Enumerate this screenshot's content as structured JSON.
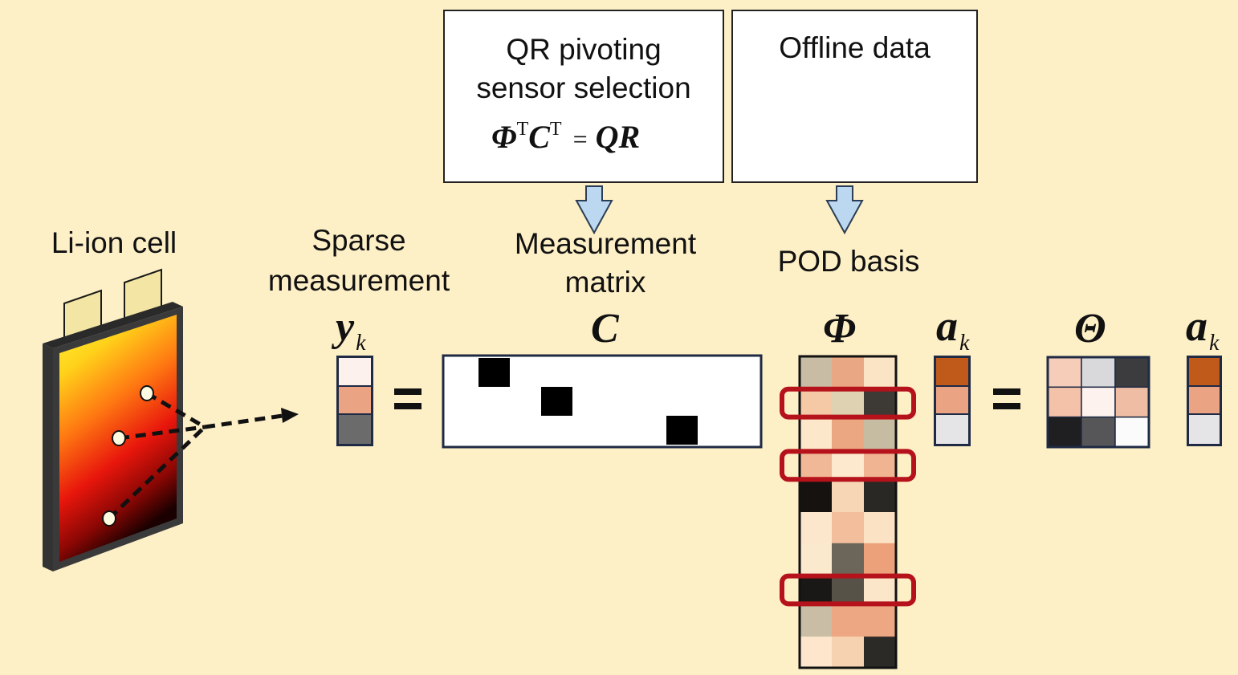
{
  "top_boxes": {
    "qr": {
      "line1": "QR pivoting",
      "line2": "sensor selection",
      "phi": "Φ",
      "sup_t1": "T",
      "c": "C",
      "sup_t2": "T",
      "equals": "=",
      "qr": "QR"
    },
    "offline": {
      "title": "Offline data"
    }
  },
  "labels": {
    "cell": "Li-ion cell",
    "sparse_line1": "Sparse",
    "sparse_line2": "measurement",
    "meas_line1": "Measurement",
    "meas_line2": "matrix",
    "pod": "POD basis"
  },
  "symbols": {
    "y": "y",
    "y_sub": "k",
    "c": "C",
    "phi": "Φ",
    "a1": "a",
    "a1_sub": "k",
    "theta": "Θ",
    "a2": "a",
    "a2_sub": "k"
  },
  "colors": {
    "background": "#fdefc6",
    "arrow_fill": "#bcd7f0",
    "highlight": "#b5121b"
  },
  "vectors": {
    "y": [
      "#fdf1ee",
      "#eba483",
      "#6b6b6b"
    ],
    "a": [
      "#c05a1a",
      "#eba483",
      "#e5e5e8"
    ],
    "a2": [
      "#c05a1a",
      "#eba483",
      "#e5e5e8"
    ]
  },
  "theta_cells": [
    [
      "#f5cdb9",
      "#d9d9dc",
      "#3c3c3e"
    ],
    [
      "#f3c2a8",
      "#fdf2ee",
      "#efbda4"
    ],
    [
      "#1f1f21",
      "#565658",
      "#fbfbfb"
    ]
  ],
  "phi_cells": [
    [
      "#c8bca4",
      "#eaa783",
      "#fbe4c5"
    ],
    [
      "#f5c9a5",
      "#ded2b2",
      "#3d3a35"
    ],
    [
      "#fce7cb",
      "#eba782",
      "#c6bca2"
    ],
    [
      "#f1b897",
      "#fde9cd",
      "#f0b492"
    ],
    [
      "#151210",
      "#f7d6b6",
      "#2a2825"
    ],
    [
      "#fde7cc",
      "#f2be9c",
      "#fbe2c4"
    ],
    [
      "#fae9cd",
      "#6c655a",
      "#eca17b"
    ],
    [
      "#1a1816",
      "#575248",
      "#fbe6ca"
    ],
    [
      "#c9bea5",
      "#eda883",
      "#eda782"
    ],
    [
      "#fde6cb",
      "#f7d2b0",
      "#2c2a27"
    ]
  ],
  "c_matrix": {
    "rows": 3,
    "cols": 10,
    "ones": [
      [
        0,
        1
      ],
      [
        1,
        3
      ],
      [
        2,
        7
      ]
    ]
  }
}
